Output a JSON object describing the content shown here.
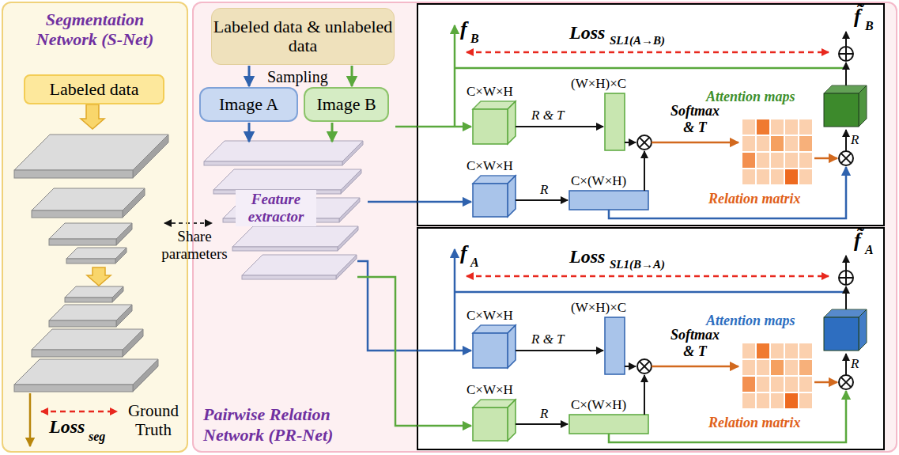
{
  "diagram": {
    "nodes": [
      {
        "text": [
          "Segmentation Network (S-Net)"
        ]
      },
      {
        "text": [
          "Labeled data"
        ],
        "in": 0
      },
      {
        "text": [
          "Pairwise Relation Network (PR-Net)"
        ]
      },
      {
        "text": [
          "Labeled data & unlabeled data"
        ],
        "in": 2
      },
      {
        "text": [
          "Image A"
        ],
        "in": 2
      },
      {
        "text": [
          "Image B"
        ],
        "in": 2
      },
      {
        "text": [
          "Feature extractor"
        ],
        "in": 2
      }
    ],
    "edges": [
      {
        "from": 3,
        "to": 4,
        "arrow": "to"
      },
      {
        "from": 3,
        "to": 5,
        "arrow": "to"
      },
      {
        "from": 4,
        "to": 6,
        "arrow": "to"
      },
      {
        "from": 5,
        "to": 6,
        "arrow": "to"
      }
    ],
    "labels": [
      "Sampling",
      "Share parameters",
      "Loss",
      "seg",
      "Ground Truth",
      "f",
      "B",
      "Loss",
      "SL1(A→B)",
      "f̃",
      "B",
      "C×W×H",
      "(W×H)×C",
      "R & T",
      "C×W×H",
      "R",
      "C×(W×H)",
      "Softmax & T",
      "Attention maps",
      "Relation matrix",
      "R",
      "f",
      "A",
      "Loss",
      "SL1(B→A)",
      "f̃",
      "A",
      "C×W×H",
      "(W×H)×C",
      "R & T",
      "C×W×H",
      "R",
      "C×(W×H)",
      "Softmax & T",
      "Attention maps",
      "Relation matrix",
      "R"
    ]
  }
}
